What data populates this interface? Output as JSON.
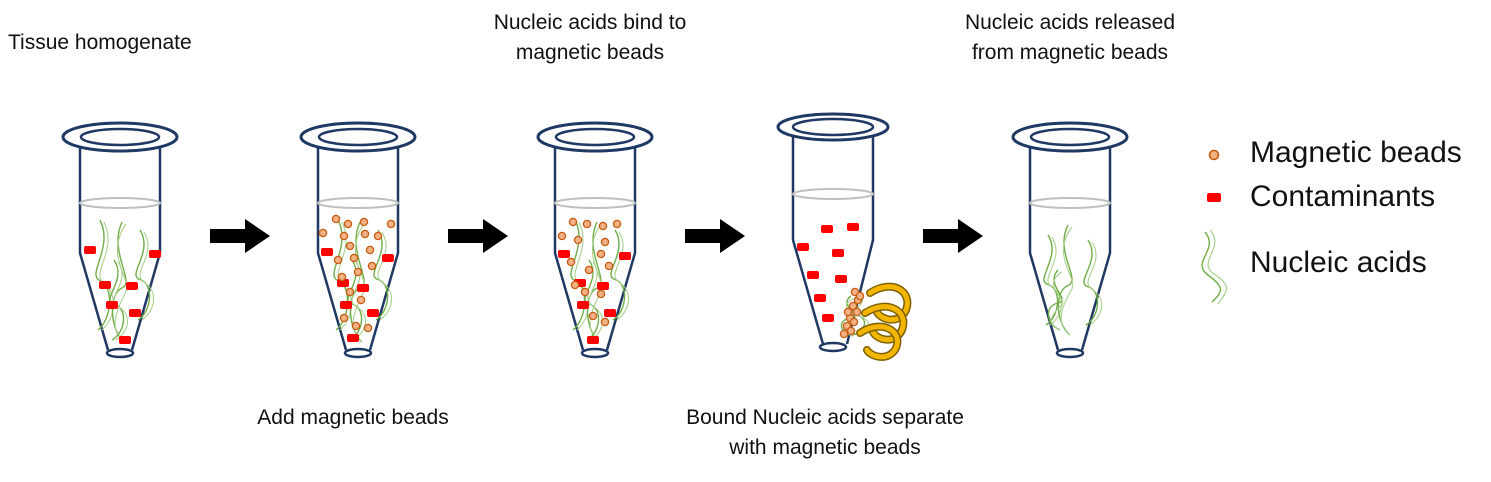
{
  "captions": {
    "tissue": "Tissue homogenate",
    "bind_line1": "Nucleic acids bind to",
    "bind_line2": "magnetic beads",
    "released_line1": "Nucleic acids released",
    "released_line2": "from magnetic beads",
    "add": "Add magnetic beads",
    "bound_line1": "Bound Nucleic acids separate",
    "bound_line2": "with magnetic beads"
  },
  "legend": {
    "beads": "Magnetic beads",
    "contaminants": "Contaminants",
    "nucleic": "Nucleic acids"
  },
  "colors": {
    "tube_outline": "#1f3864",
    "bead_fill": "#f4b183",
    "bead_stroke": "#c55a11",
    "contaminant": "#ff0000",
    "nucleic_acid": "#70ad47",
    "magnet": "#f2b600",
    "arrow": "#000000"
  }
}
